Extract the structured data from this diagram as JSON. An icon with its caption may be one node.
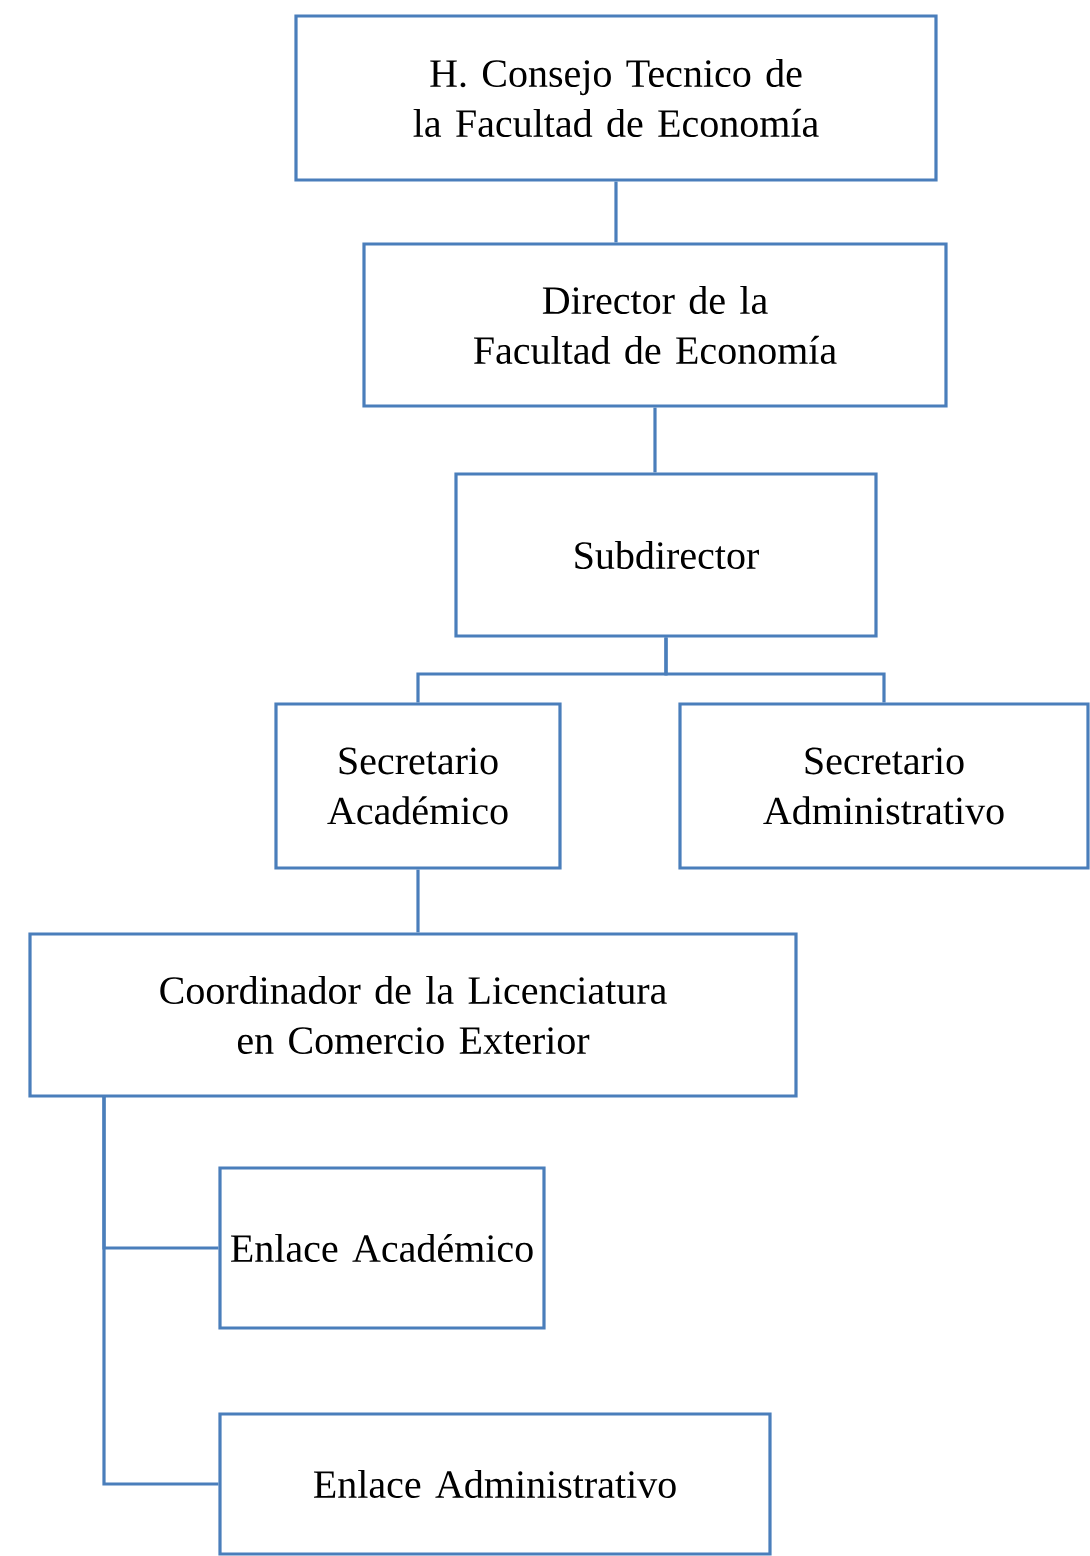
{
  "diagram": {
    "nodes": [
      {
        "text": [
          "H. Consejo Tecnico de la Facultad de Economía"
        ]
      },
      {
        "text": [
          "Director de la Facultad de Economía"
        ]
      },
      {
        "text": [
          "Subdirector"
        ]
      },
      {
        "text": [
          "Secretario Académico"
        ]
      },
      {
        "text": [
          "Secretario Administrativo"
        ]
      },
      {
        "text": [
          "Coordinador de la Licenciatura en Comercio Exterior"
        ]
      },
      {
        "text": [
          "Enlace Académico"
        ]
      },
      {
        "text": [
          "Enlace Administrativo"
        ]
      }
    ],
    "edges": [
      {
        "from": 0,
        "to": 1,
        "arrow": "none"
      },
      {
        "from": 1,
        "to": 2,
        "arrow": "none"
      },
      {
        "from": 2,
        "to": 3,
        "arrow": "none"
      },
      {
        "from": 2,
        "to": 4,
        "arrow": "none"
      },
      {
        "from": 3,
        "to": 5,
        "arrow": "none"
      },
      {
        "from": 5,
        "to": 6,
        "arrow": "none"
      },
      {
        "from": 5,
        "to": 7,
        "arrow": "none"
      }
    ]
  }
}
